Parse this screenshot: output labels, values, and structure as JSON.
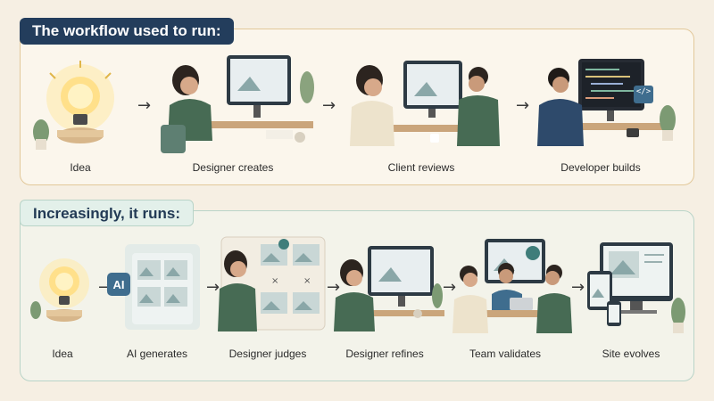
{
  "sections": [
    {
      "title": "The workflow used to run:",
      "steps": [
        {
          "label": "Idea",
          "icon": "lightbulb-icon"
        },
        {
          "label": "Designer creates",
          "icon": "designer-desk-icon"
        },
        {
          "label": "Client reviews",
          "icon": "client-review-icon"
        },
        {
          "label": "Developer builds",
          "icon": "developer-code-icon"
        }
      ]
    },
    {
      "title": "Increasingly, it runs:",
      "steps": [
        {
          "label": "Idea",
          "icon": "lightbulb-icon"
        },
        {
          "label": "AI generates",
          "icon": "ai-generates-icon"
        },
        {
          "label": "Designer judges",
          "icon": "designer-judges-icon"
        },
        {
          "label": "Designer refines",
          "icon": "designer-refines-icon"
        },
        {
          "label": "Team validates",
          "icon": "team-meeting-icon"
        },
        {
          "label": "Site evolves",
          "icon": "multi-device-icon"
        }
      ]
    }
  ],
  "ai_badge_text": "AI",
  "code_badge_text": "</>",
  "colors": {
    "navy": "#233d5c",
    "sage": "#4f7b60",
    "cream": "#f6efe3",
    "bulb": "#ffe08a"
  }
}
